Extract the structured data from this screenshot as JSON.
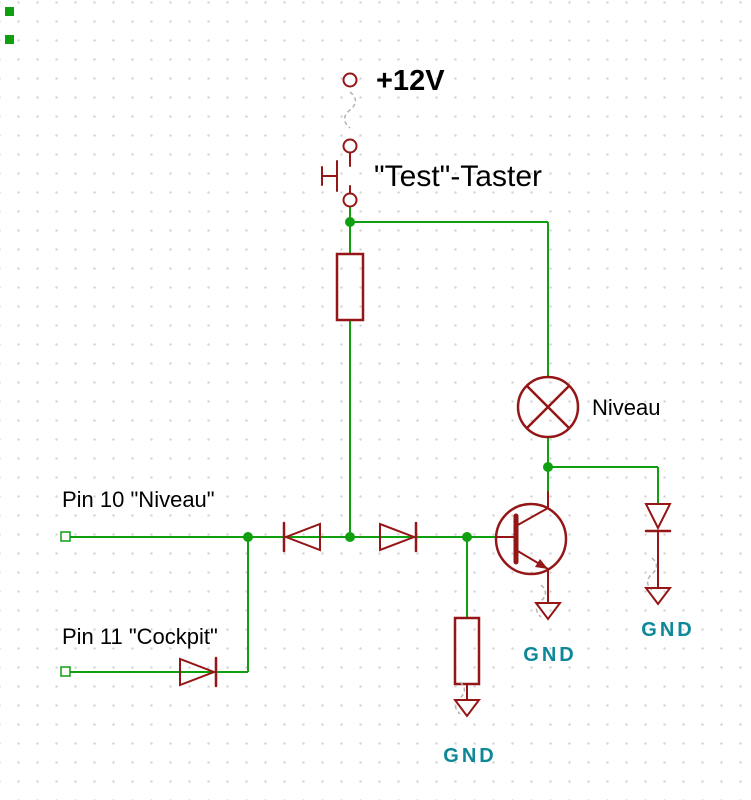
{
  "colors": {
    "background": "#ffffff",
    "grid": "#cfcfcf",
    "wire": "#0f9f0f",
    "component": "#951616",
    "supply_text": "#0e8899",
    "label_text": "#000000",
    "ghost": "#b3b3b3"
  },
  "schematic": {
    "supply_label": "+12V",
    "switch_label": "\"Test\"-Taster",
    "lamp_label": "Niveau",
    "pin10_label": "Pin 10 \"Niveau\"",
    "pin11_label": "Pin 11 \"Cockpit\"",
    "gnd_transistor": "GND",
    "gnd_resistor": "GND",
    "gnd_diode": "GND"
  }
}
